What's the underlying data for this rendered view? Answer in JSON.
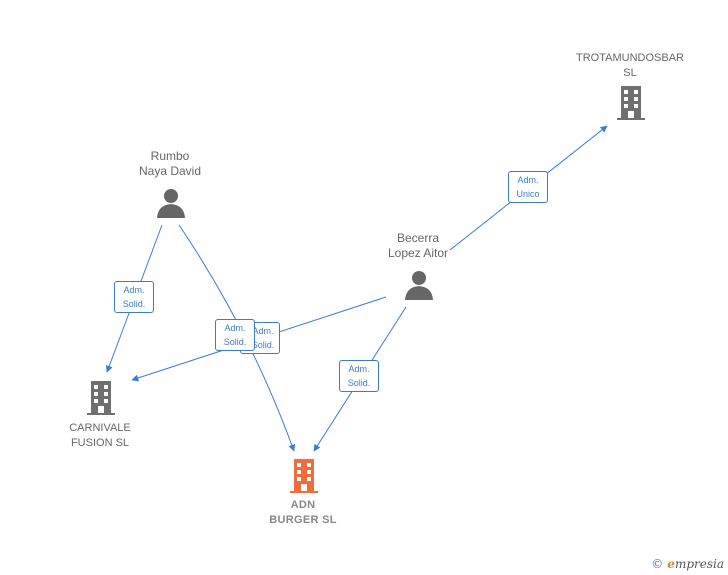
{
  "nodes": {
    "trotamundosbar": {
      "line1": "TROTAMUNDOSBAR",
      "line2": "SL"
    },
    "rumbo": {
      "line1": "Rumbo",
      "line2": "Naya David"
    },
    "becerra": {
      "line1": "Becerra",
      "line2": "Lopez Aitor"
    },
    "carnivale": {
      "line1": "CARNIVALE",
      "line2": "FUSION SL"
    },
    "adn": {
      "line1": "ADN",
      "line2": "BURGER SL"
    }
  },
  "relations": {
    "becerra_trotamundos": {
      "line1": "Adm.",
      "line2": "Unico"
    },
    "rumbo_carnivale": {
      "line1": "Adm.",
      "line2": "Solid."
    },
    "becerra_carnivale": {
      "line1": "Adm.",
      "line2": "Solid."
    },
    "rumbo_adn": {
      "line1": "Adm.",
      "line2": "Solid."
    },
    "becerra_adn": {
      "line1": "Adm.",
      "line2": "Solid."
    }
  },
  "colors": {
    "edge": "#3a7bd5",
    "person_icon": "#666666",
    "company_icon": "#6f6f6f",
    "focus_company_icon": "#f26b3a"
  },
  "brand": {
    "symbol": "©",
    "first_letter": "e",
    "rest": "mpresia"
  }
}
